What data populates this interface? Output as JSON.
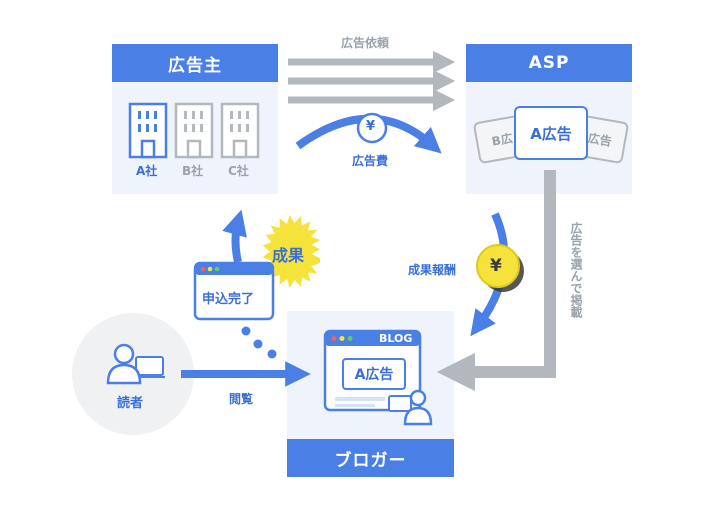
{
  "colors": {
    "primary": "#4a7fe6",
    "panel": "#eef3fc",
    "gray": "#b3b8be",
    "yellow": "#f5e23a"
  },
  "advertiser": {
    "title": "広告主",
    "companies": [
      {
        "label": "A社",
        "icon": "building-icon",
        "active": true
      },
      {
        "label": "B社",
        "icon": "building-icon",
        "active": false
      },
      {
        "label": "C社",
        "icon": "building-icon",
        "active": false
      }
    ]
  },
  "asp": {
    "title": "ASP",
    "ad_main": "A広告",
    "ad_left": "B広",
    "ad_right": "広告"
  },
  "blogger": {
    "title": "ブロガー",
    "window_title": "BLOG",
    "ad_label": "A広告"
  },
  "reader": {
    "label": "読者",
    "icon": "person-laptop-icon"
  },
  "flows": {
    "ad_request": "広告依頼",
    "ad_fee": "広告費",
    "ad_fee_symbol": "¥",
    "reward": "成果報酬",
    "reward_symbol": "¥",
    "select_publish": "広告を選んで掲載",
    "browse": "閲覧",
    "application": "申込完了",
    "result_badge": "成果"
  }
}
